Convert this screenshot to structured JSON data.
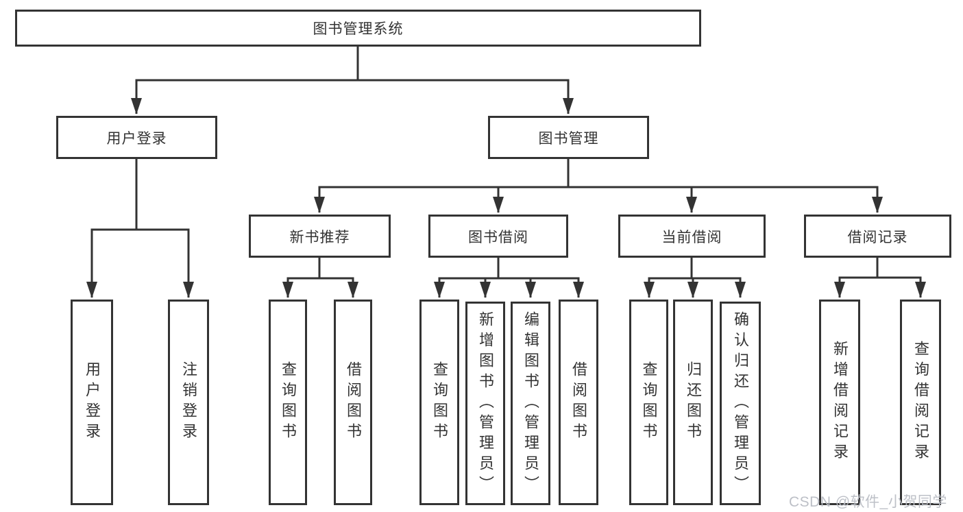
{
  "diagram": {
    "type": "tree-structure-chart",
    "root": {
      "label": "图书管理系统"
    },
    "level2": [
      {
        "label": "用户登录"
      },
      {
        "label": "图书管理"
      }
    ],
    "level3": [
      {
        "label": "新书推荐",
        "parent": "图书管理"
      },
      {
        "label": "图书借阅",
        "parent": "图书管理"
      },
      {
        "label": "当前借阅",
        "parent": "图书管理"
      },
      {
        "label": "借阅记录",
        "parent": "图书管理"
      }
    ],
    "leaves": [
      {
        "label": "用户登录",
        "parent": "用户登录"
      },
      {
        "label": "注销登录",
        "parent": "用户登录"
      },
      {
        "label": "查询图书",
        "parent": "新书推荐"
      },
      {
        "label": "借阅图书",
        "parent": "新书推荐"
      },
      {
        "label": "查询图书",
        "parent": "图书借阅"
      },
      {
        "label": "新增图书（管理员）",
        "parent": "图书借阅"
      },
      {
        "label": "编辑图书（管理员）",
        "parent": "图书借阅"
      },
      {
        "label": "借阅图书",
        "parent": "图书借阅"
      },
      {
        "label": "查询图书",
        "parent": "当前借阅"
      },
      {
        "label": "归还图书",
        "parent": "当前借阅"
      },
      {
        "label": "确认归还（管理员）",
        "parent": "当前借阅"
      },
      {
        "label": "新增借阅记录",
        "parent": "借阅记录"
      },
      {
        "label": "查询借阅记录",
        "parent": "借阅记录"
      }
    ]
  },
  "watermark": {
    "text": "CSDN @软件_小贺同学"
  },
  "colors": {
    "line": "#333333",
    "box_border": "#333333",
    "text": "#333333",
    "watermark": "#b9bdc4",
    "background": "#ffffff"
  }
}
